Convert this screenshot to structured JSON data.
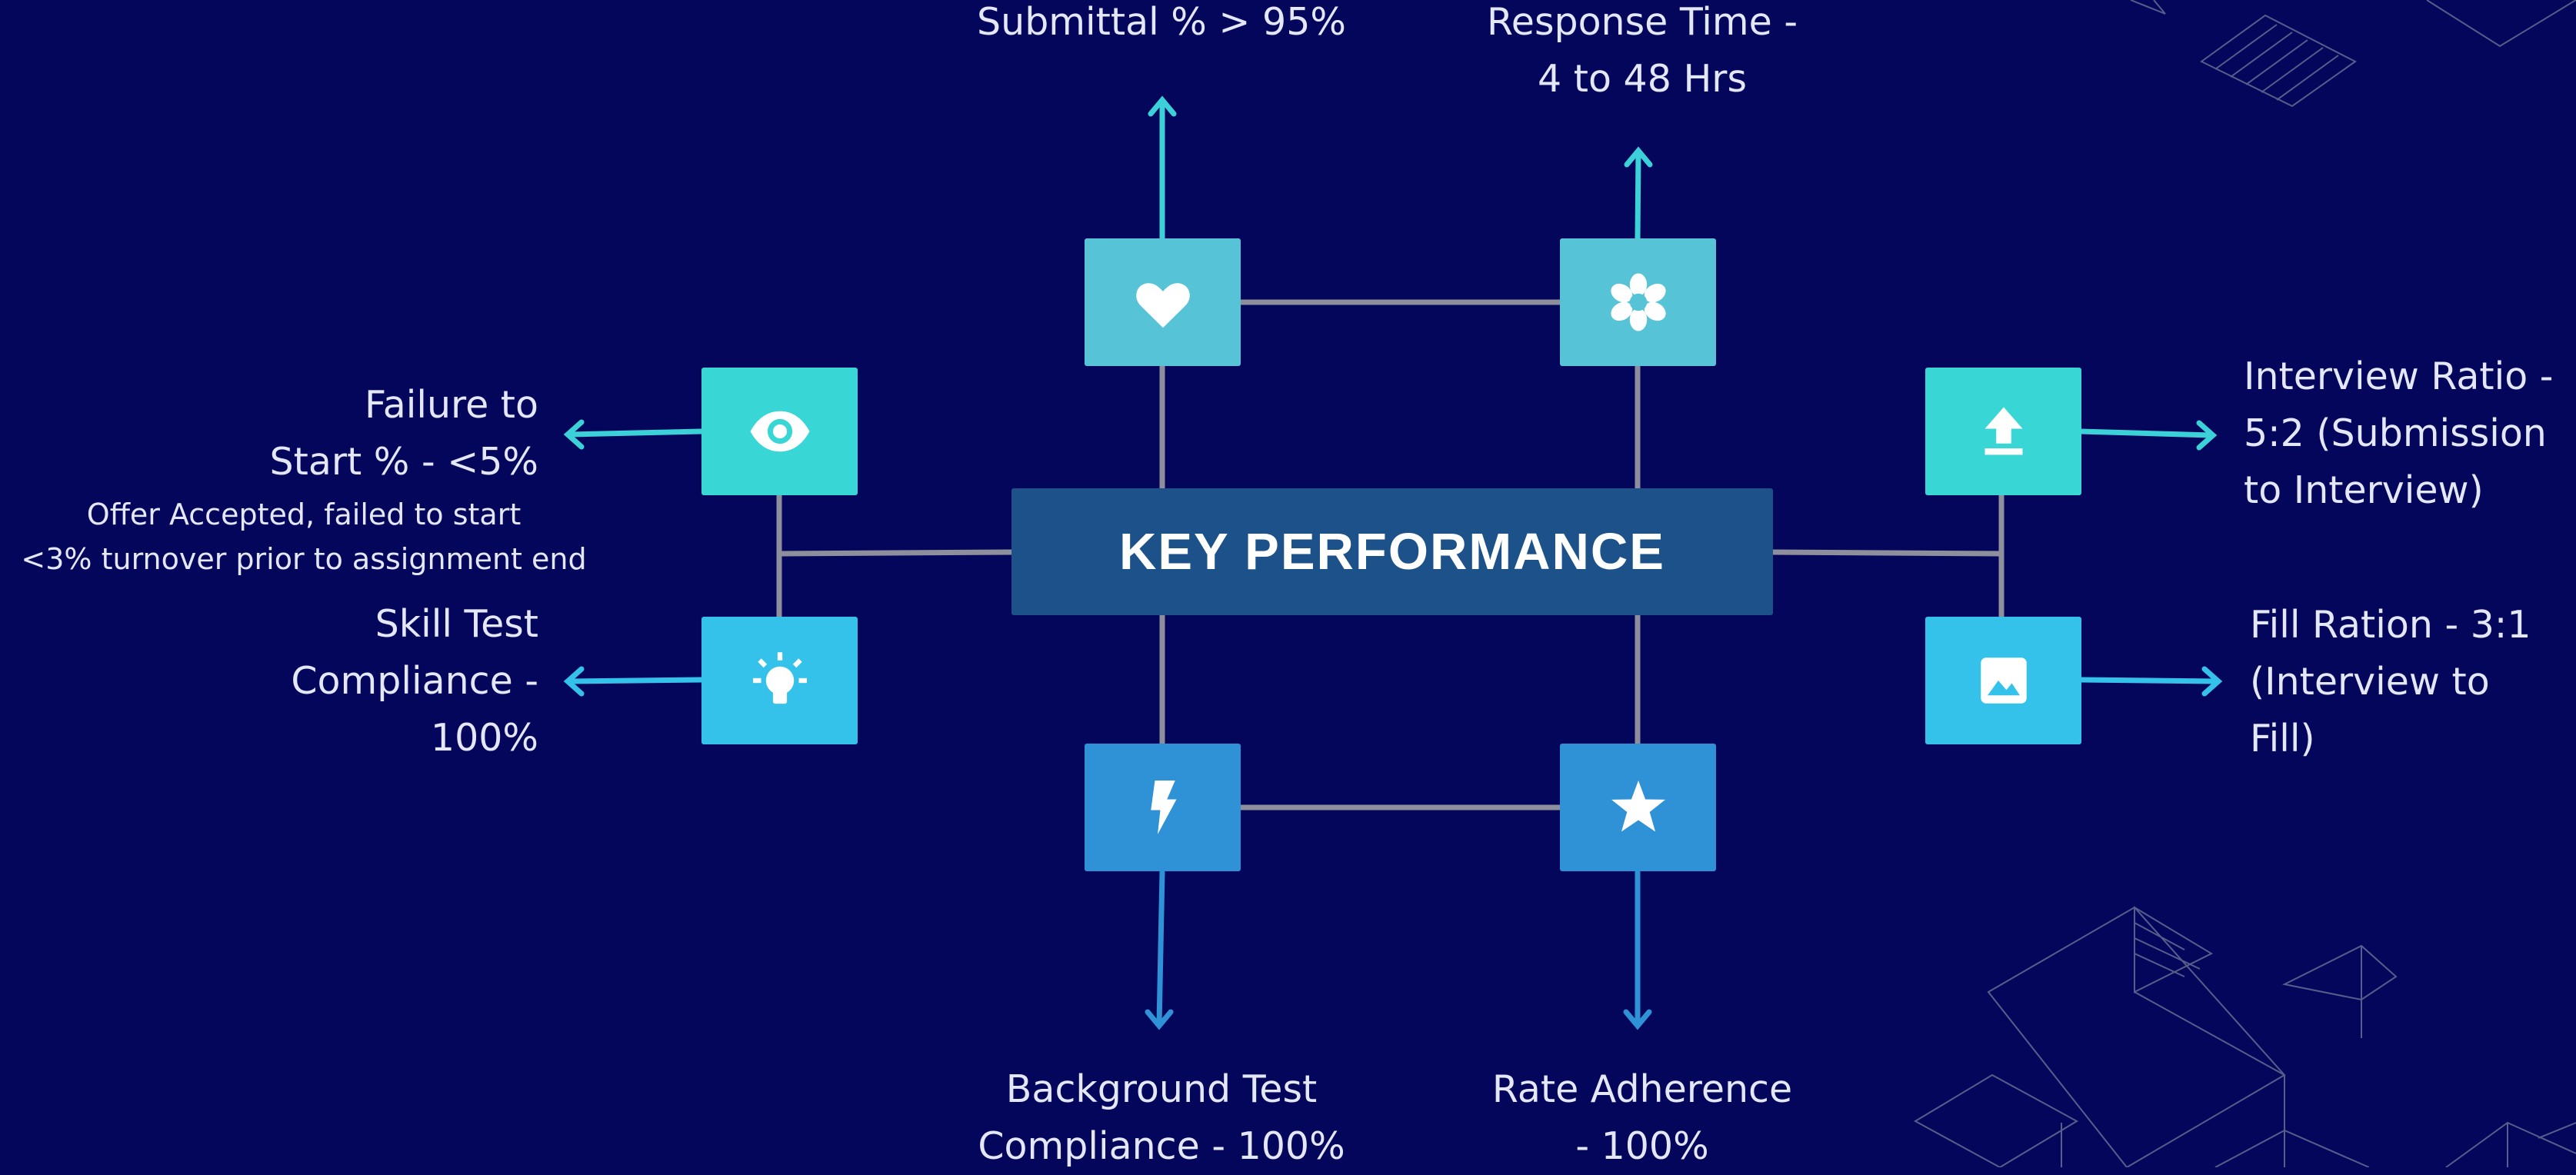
{
  "title": "KEY PERFORMANCE",
  "metrics": {
    "submittal": {
      "lines": [
        "Submittal % > 95%"
      ],
      "icon": "heart-icon",
      "color": "#56c3d6"
    },
    "response_time": {
      "lines": [
        "Response Time -",
        "4 to 48 Hrs"
      ],
      "icon": "flower-icon",
      "color": "#56c3d6"
    },
    "failure_to_start": {
      "lines": [
        "Failure to",
        "Start % - <5%"
      ],
      "notes": [
        "Offer Accepted, failed to start",
        "<3% turnover prior to assignment end"
      ],
      "icon": "eye-icon",
      "color": "#39d6d6"
    },
    "skill_test": {
      "lines": [
        "Skill Test",
        "Compliance -",
        "100%"
      ],
      "icon": "lightbulb-icon",
      "color": "#34c2ea"
    },
    "interview_ratio": {
      "lines": [
        "Interview Ratio -",
        "5:2 (Submission",
        "to Interview)"
      ],
      "icon": "upload-icon",
      "color": "#39d6d6"
    },
    "fill_ratio": {
      "lines": [
        "Fill Ration - 3:1",
        "(Interview to",
        "Fill)"
      ],
      "icon": "image-icon",
      "color": "#34c2ea"
    },
    "background_test": {
      "lines": [
        "Background Test",
        "Compliance - 100%"
      ],
      "icon": "lightning-icon",
      "color": "#2f91d6"
    },
    "rate_adherence": {
      "lines": [
        "Rate Adherence",
        "- 100%"
      ],
      "icon": "star-icon",
      "color": "#2f91d6"
    }
  },
  "colors": {
    "background": "#03065a",
    "connector": "#8d8f9c",
    "arrow_top": "#3cd0d8",
    "arrow_side": "#3ccfd8",
    "arrow_bottom": "#2f91d6",
    "center": "#1c5289",
    "text": "#e4e7f7",
    "decoration": "#6d7498"
  }
}
